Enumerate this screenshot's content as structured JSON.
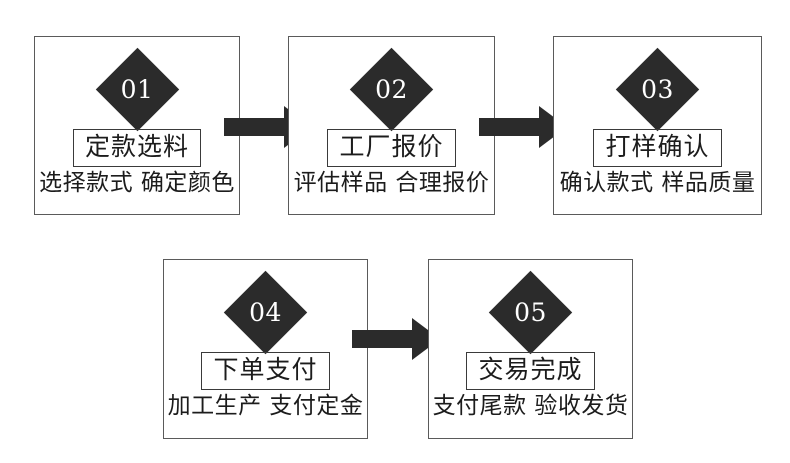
{
  "diagram": {
    "type": "process-flow",
    "title": "",
    "background_color": "#ffffff",
    "badge_color": "#2b2b2b",
    "badge_text_color": "#ffffff",
    "box_border_color": "#5a5a5a",
    "text_color": "#1c1c1c",
    "arrow_color": "#2b2b2b",
    "steps": [
      {
        "number": "01",
        "title": "定款选料",
        "subtitle": "选择款式 确定颜色",
        "row": 1
      },
      {
        "number": "02",
        "title": "工厂报价",
        "subtitle": "评估样品 合理报价",
        "row": 1
      },
      {
        "number": "03",
        "title": "打样确认",
        "subtitle": "确认款式 样品质量",
        "row": 1
      },
      {
        "number": "04",
        "title": "下单支付",
        "subtitle": "加工生产 支付定金",
        "row": 2
      },
      {
        "number": "05",
        "title": "交易完成",
        "subtitle": "支付尾款 验收发货",
        "row": 2
      }
    ],
    "connectors": [
      {
        "from": "01",
        "to": "02",
        "icon": "arrow-right-icon"
      },
      {
        "from": "02",
        "to": "03",
        "icon": "arrow-right-icon"
      },
      {
        "from": "04",
        "to": "05",
        "icon": "arrow-right-icon"
      }
    ]
  }
}
